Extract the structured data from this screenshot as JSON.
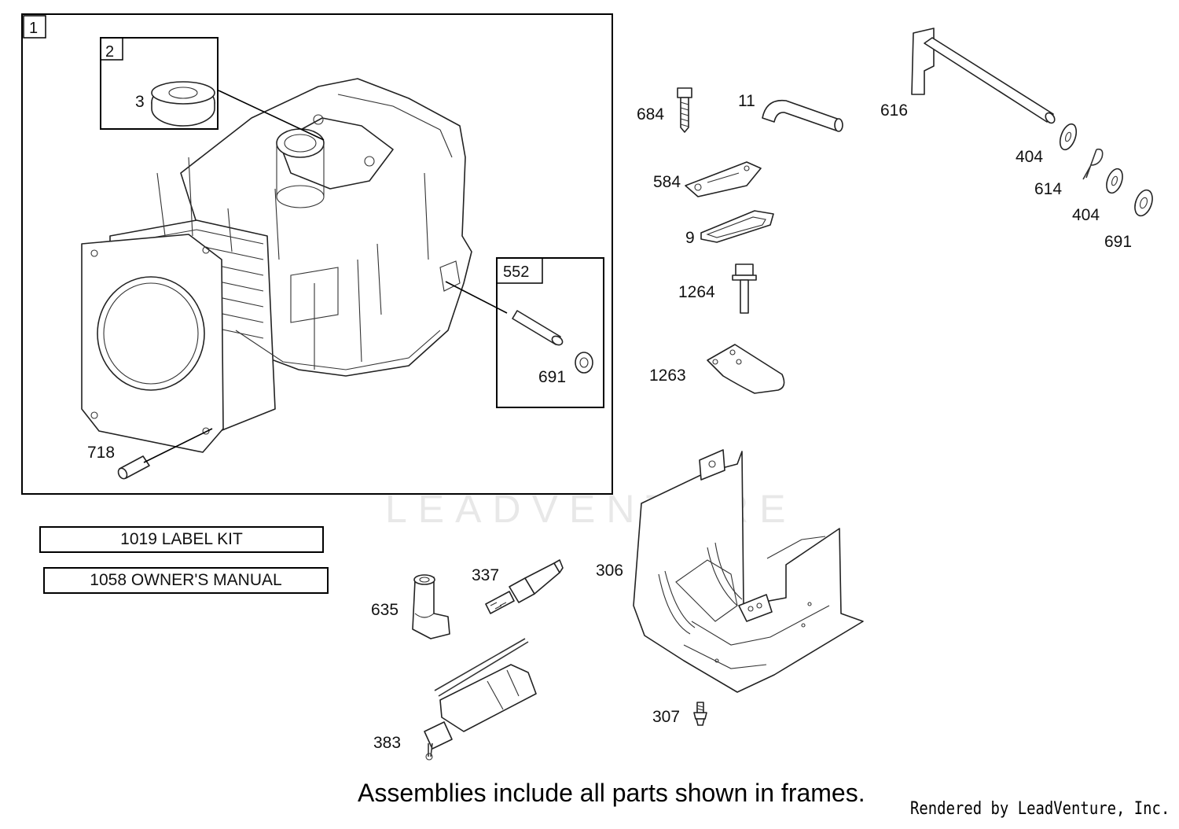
{
  "frames": [
    {
      "tag": "1"
    },
    {
      "tag": "2"
    },
    {
      "tag": "552"
    }
  ],
  "callouts": [
    {
      "id": "3",
      "label": "3"
    },
    {
      "id": "718",
      "label": "718"
    },
    {
      "id": "691a",
      "label": "691"
    },
    {
      "id": "684",
      "label": "684"
    },
    {
      "id": "11",
      "label": "11"
    },
    {
      "id": "616",
      "label": "616"
    },
    {
      "id": "404a",
      "label": "404"
    },
    {
      "id": "614",
      "label": "614"
    },
    {
      "id": "404b",
      "label": "404"
    },
    {
      "id": "691b",
      "label": "691"
    },
    {
      "id": "584",
      "label": "584"
    },
    {
      "id": "9",
      "label": "9"
    },
    {
      "id": "1264",
      "label": "1264"
    },
    {
      "id": "1263",
      "label": "1263"
    },
    {
      "id": "306",
      "label": "306"
    },
    {
      "id": "337",
      "label": "337"
    },
    {
      "id": "635",
      "label": "635"
    },
    {
      "id": "383",
      "label": "383"
    },
    {
      "id": "307",
      "label": "307"
    }
  ],
  "kits": [
    {
      "label": "1019 LABEL KIT"
    },
    {
      "label": "1058 OWNER'S MANUAL"
    }
  ],
  "note": "Assemblies include all parts shown in frames.",
  "credit": "Rendered by LeadVenture, Inc.",
  "watermark": "LEADVENTURE"
}
